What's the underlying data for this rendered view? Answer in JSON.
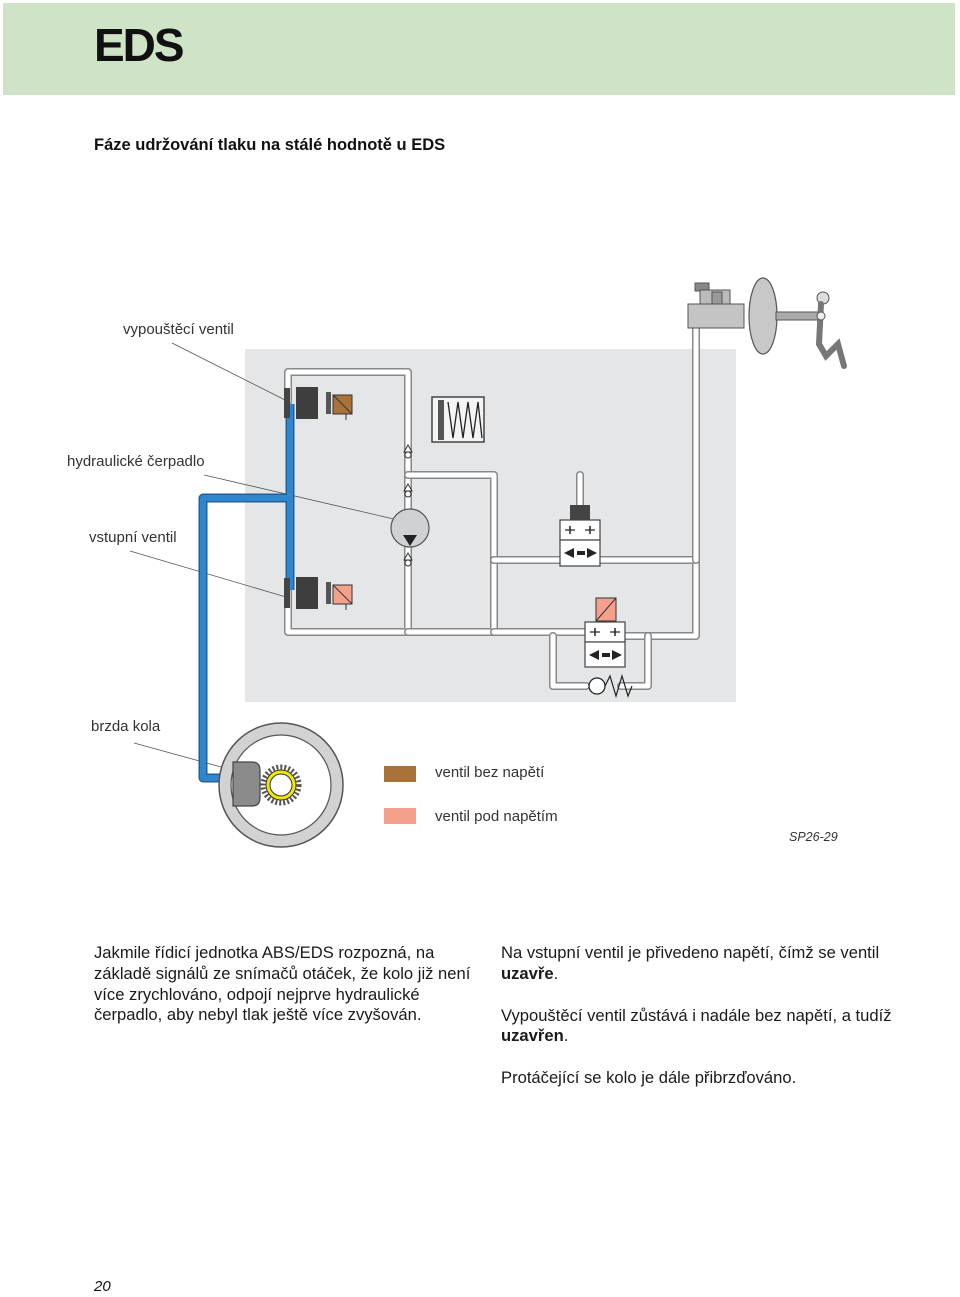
{
  "header": {
    "title": "EDS",
    "band_color": "#cfe3c6"
  },
  "subtitle": "Fáze udržování tlaku na stálé hodnotě u EDS",
  "callouts": {
    "outlet_valve": "vypouštěcí ventil",
    "hydraulic_pump": "hydraulické čerpadlo",
    "inlet_valve": "vstupní ventil",
    "wheel_brake": "brzda kola"
  },
  "legend": [
    {
      "label": "ventil bez napětí",
      "color": "#a87338"
    },
    {
      "label": "ventil pod napětím",
      "color": "#f4a08a"
    }
  ],
  "figure_id": "SP26-29",
  "colors": {
    "pipe_active": "#2a7bbf",
    "panel": "#e4e6e8"
  },
  "text": {
    "left_col": [
      "Jakmile řídicí jednotka ABS/EDS rozpozná, na základě signálů ze snímačů otáček, že kolo již není více zrychlováno, odpojí nejprve hydraulické čerpadlo, aby nebyl tlak ještě více zvyšován."
    ],
    "right_col": {
      "p1_a": "Na vstupní ventil je přivedeno napětí, čímž se ventil ",
      "p1_b": "uzavře",
      "p1_c": ".",
      "p2_a": "Vypouštěcí ventil zůstává i nadále bez napětí, a tudíž ",
      "p2_b": "uzavřen",
      "p2_c": ".",
      "p3": "Protáčející se kolo je dále přibrzďováno."
    }
  },
  "page_number": "20"
}
